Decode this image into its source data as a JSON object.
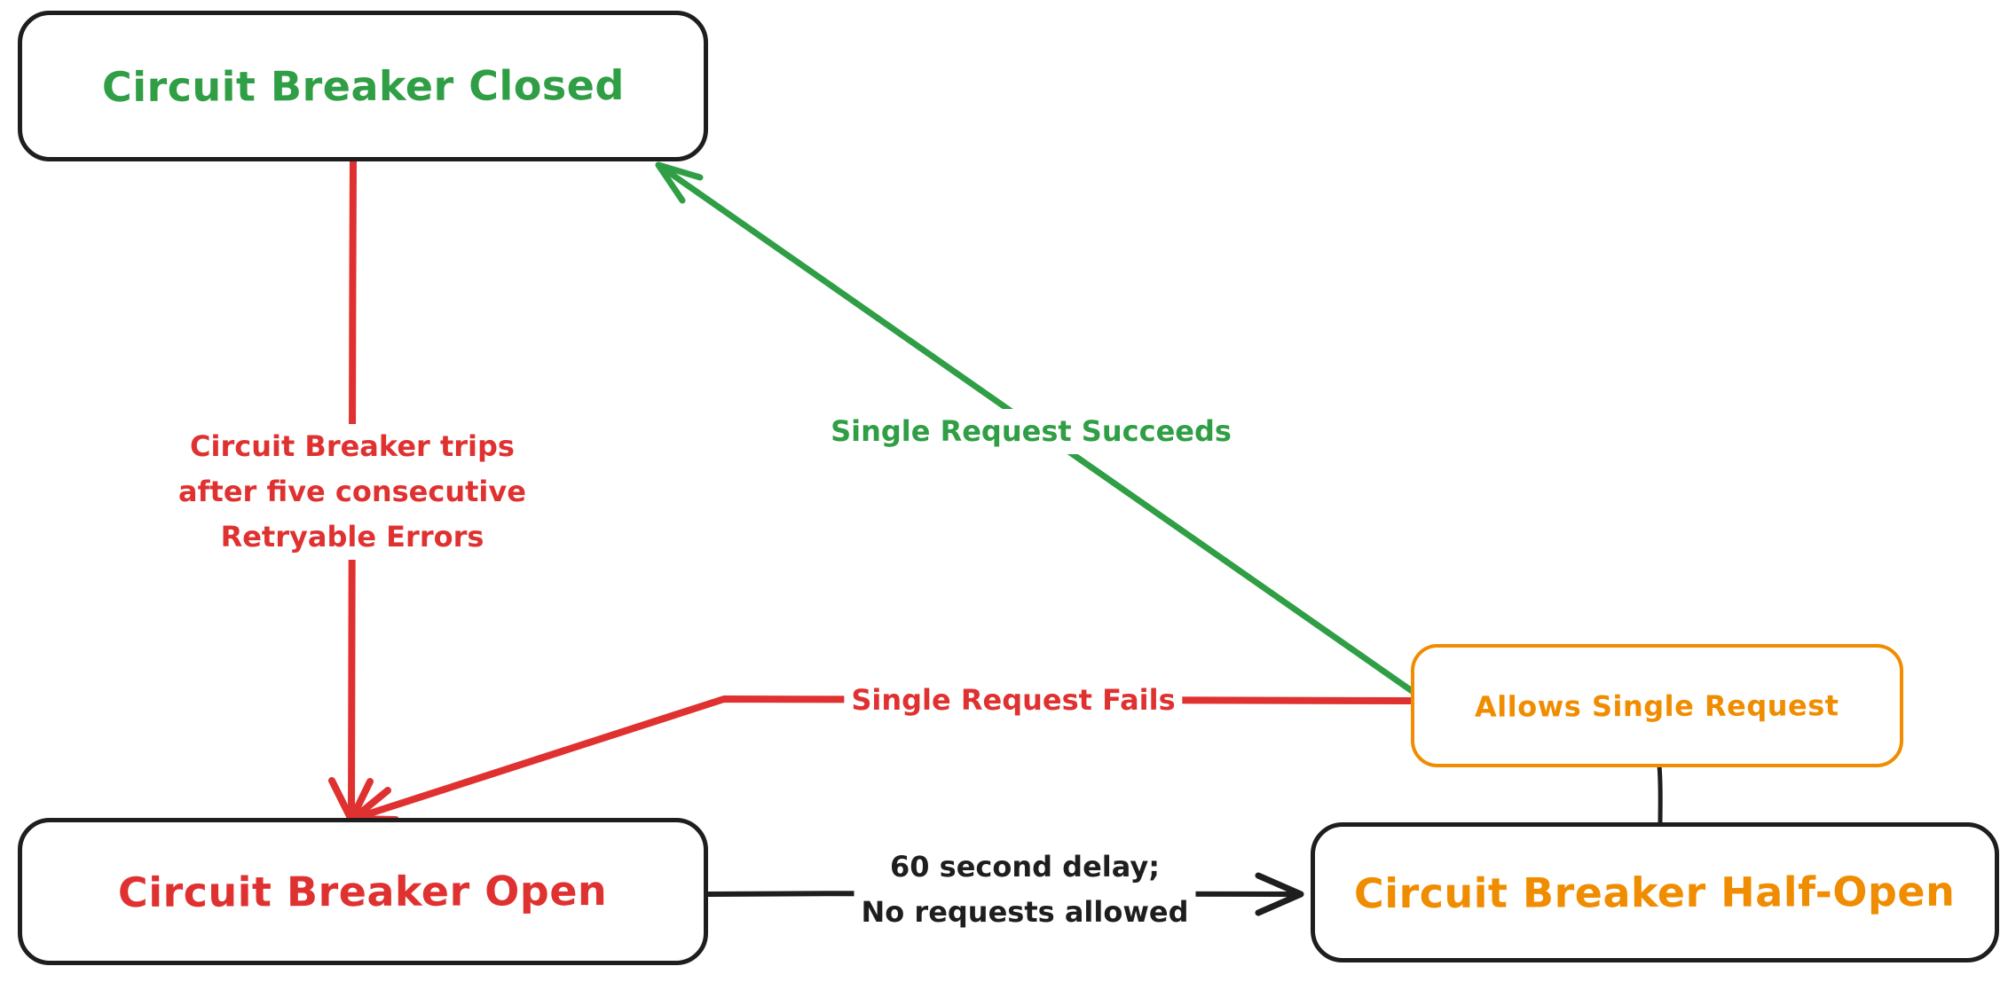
{
  "diagram": {
    "background": "#ffffff",
    "palette": {
      "green": "#2f9e44",
      "red": "#e03131",
      "orange": "#f08c00",
      "black": "#1e1e1e"
    },
    "nodes": [
      {
        "id": "closed",
        "label": "Circuit Breaker Closed",
        "text_color": "#2f9e44",
        "border_color": "#1e1e1e"
      },
      {
        "id": "open",
        "label": "Circuit Breaker Open",
        "text_color": "#e03131",
        "border_color": "#1e1e1e"
      },
      {
        "id": "half-open",
        "label": "Circuit Breaker Half-Open",
        "text_color": "#f08c00",
        "border_color": "#1e1e1e"
      },
      {
        "id": "allows",
        "label": "Allows Single Request",
        "text_color": "#f08c00",
        "border_color": "#f08c00"
      }
    ],
    "edges": [
      {
        "id": "trips",
        "from": "closed",
        "to": "open",
        "color": "#e03131",
        "label_lines": [
          "Circuit Breaker trips",
          "after five consecutive",
          "Retryable Errors"
        ]
      },
      {
        "id": "succeeds",
        "from": "allows",
        "to": "closed",
        "color": "#2f9e44",
        "label": "Single Request Succeeds"
      },
      {
        "id": "fails",
        "from": "allows",
        "to": "open",
        "color": "#e03131",
        "label": "Single Request Fails"
      },
      {
        "id": "delay",
        "from": "open",
        "to": "half-open",
        "color": "#1e1e1e",
        "label_lines": [
          "60 second delay;",
          "No requests allowed"
        ]
      },
      {
        "id": "half-open-connector",
        "from": "allows",
        "to": "half-open",
        "color": "#1e1e1e",
        "label": ""
      }
    ]
  }
}
